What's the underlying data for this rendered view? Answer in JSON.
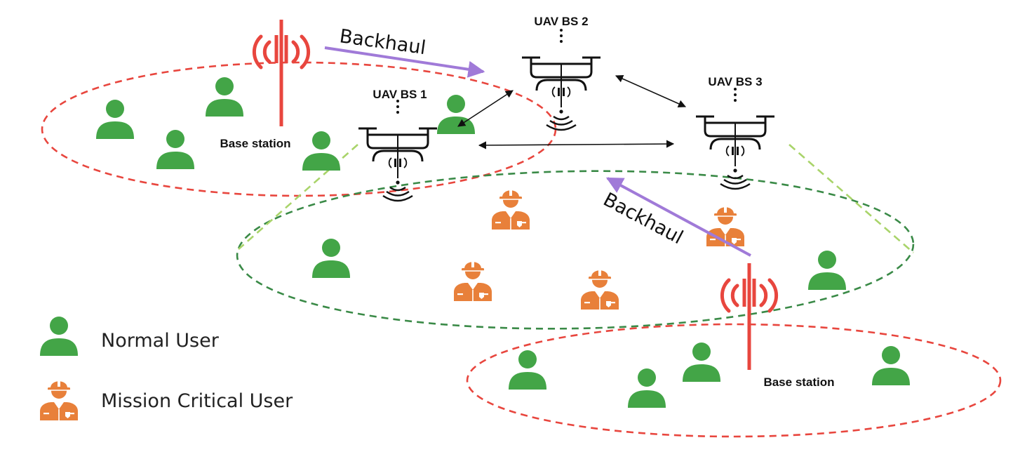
{
  "colors": {
    "normal_user": "#43a547",
    "mission_critical_user": "#e8803a",
    "tower": "#e8463e",
    "cell_red": "#e8463e",
    "cell_green": "#3a8a47",
    "fov_line": "#a9d46a",
    "backhaul_arrow": "#a07ad8",
    "uav": "#111111"
  },
  "base_stations": [
    {
      "label": "Base station"
    },
    {
      "label": "Base station"
    }
  ],
  "uavs": [
    {
      "label": "UAV BS 1"
    },
    {
      "label": "UAV BS 2"
    },
    {
      "label": "UAV BS 3"
    }
  ],
  "backhaul_links": [
    {
      "label": "Backhaul"
    },
    {
      "label": "Backhaul"
    }
  ],
  "legend": {
    "normal_user": "Normal User",
    "mission_critical_user": "Mission Critical User"
  }
}
